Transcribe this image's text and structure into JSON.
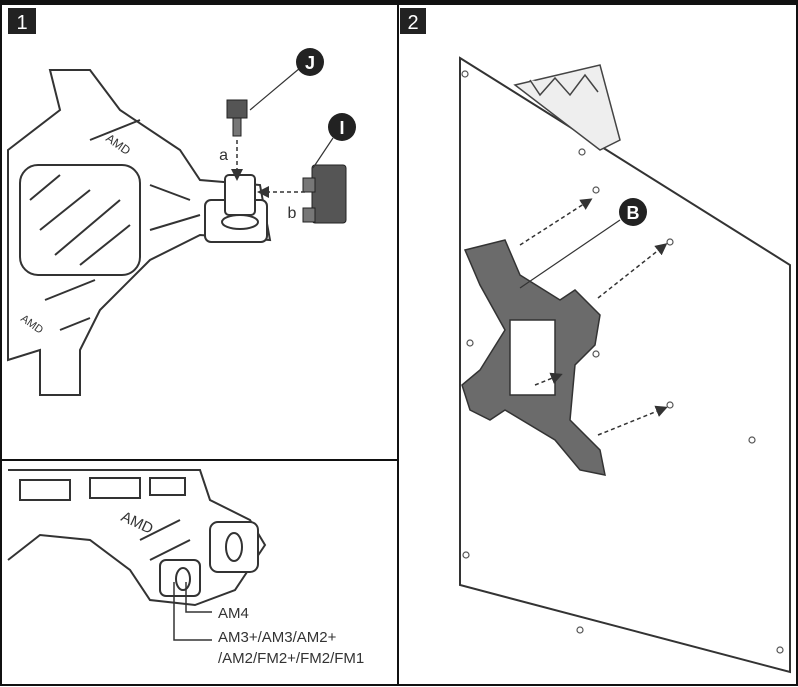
{
  "panels": [
    {
      "number": "1"
    },
    {
      "number": "2"
    }
  ],
  "callouts": {
    "J": "J",
    "I": "I",
    "B": "B"
  },
  "arrow_labels": {
    "a": "a",
    "b": "b"
  },
  "bracket_marking": "AMD",
  "socket_labels": {
    "am4": "AM4",
    "legacy_line1": "AM3+/AM3/AM2+",
    "legacy_line2": "/AM2/FM2+/FM2/FM1"
  },
  "colors": {
    "frame": "#111111",
    "part_fill": "#6b6b6b",
    "panel_bg": "#ffffff"
  }
}
